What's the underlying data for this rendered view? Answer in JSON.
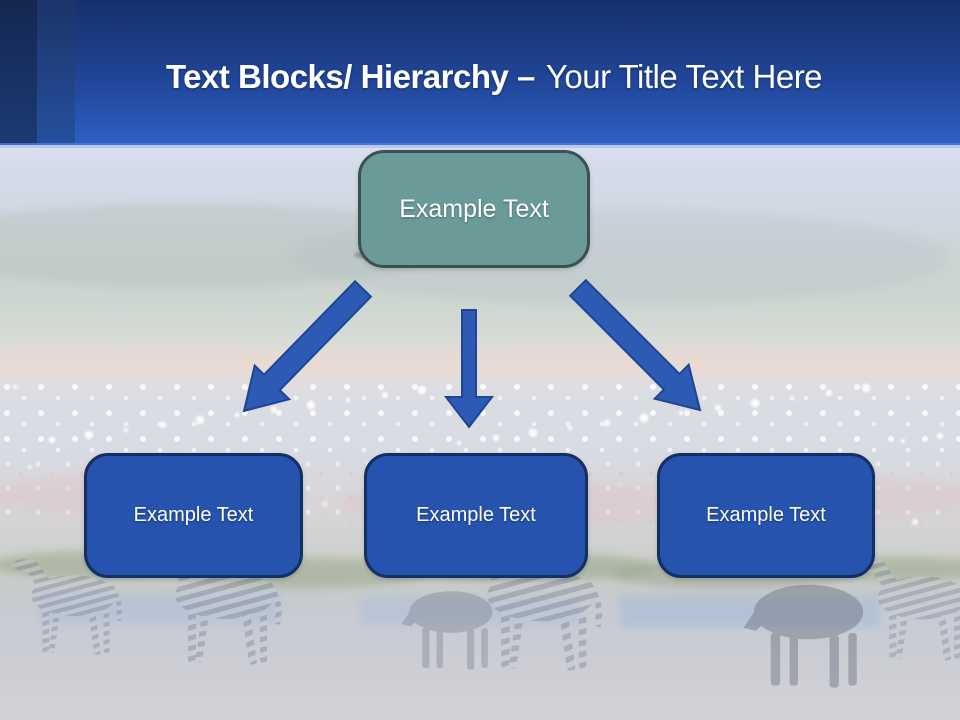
{
  "header": {
    "title_bold": "Text Blocks/ Hierarchy –",
    "title_regular": "Your Title Text Here"
  },
  "hierarchy": {
    "root": {
      "label": "Example Text"
    },
    "children": [
      {
        "label": "Example Text"
      },
      {
        "label": "Example Text"
      },
      {
        "label": "Example Text"
      }
    ]
  },
  "background": {
    "description": "Faded wildlife photo: hazy crater lake with flamingos and walking zebras"
  },
  "colors": {
    "header_top": "#16306b",
    "header_bottom": "#2e60c6",
    "stripe_dark": "#142750",
    "stripe_mid": "#1c3468",
    "root_box_fill": "#6b9b99",
    "root_box_border": "#3a524d",
    "child_box_fill": "#2553ae",
    "child_box_border": "#142f61",
    "arrow_fill": "#2c5ab4",
    "arrow_outline": "#1d4694",
    "title_text": "#ffffff"
  }
}
